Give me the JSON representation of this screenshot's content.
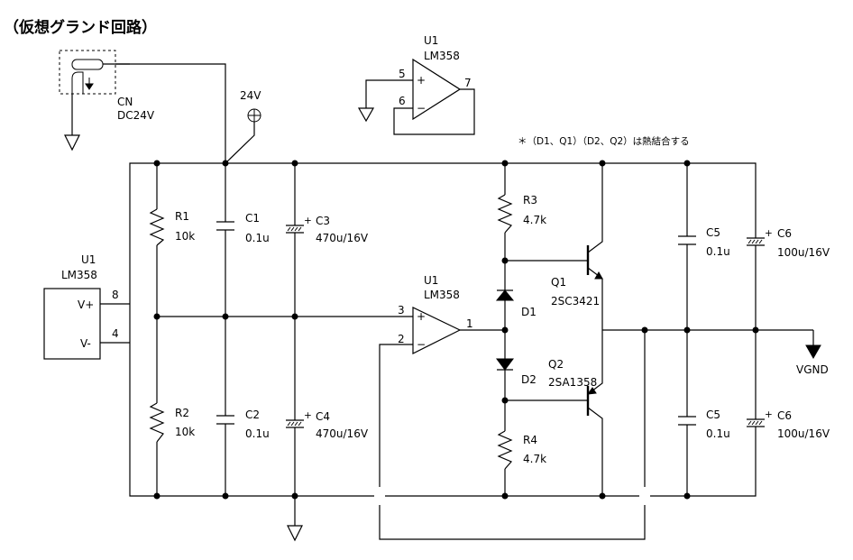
{
  "title": "（仮想グランド回路）",
  "note": "＊（D1、Q1）（D2、Q2）は熱結合する",
  "connector": {
    "ref": "CN",
    "value": "DC24V"
  },
  "supply": {
    "label": "24V"
  },
  "vgnd": {
    "label": "VGND"
  },
  "u1_power": {
    "ref": "U1",
    "part": "LM358",
    "vplus": "V+",
    "vminus": "V-",
    "pin_vplus": "8",
    "pin_vminus": "4"
  },
  "u1_unused": {
    "ref": "U1",
    "part": "LM358",
    "pin_plus": "5",
    "pin_minus": "6",
    "pin_out": "7"
  },
  "u1_main": {
    "ref": "U1",
    "part": "LM358",
    "pin_plus": "3",
    "pin_minus": "2",
    "pin_out": "1"
  },
  "opamp_signs": {
    "plus": "+",
    "minus": "−"
  },
  "cap_polarity": "+",
  "components": {
    "r1": {
      "ref": "R1",
      "value": "10k"
    },
    "r2": {
      "ref": "R2",
      "value": "10k"
    },
    "c1": {
      "ref": "C1",
      "value": "0.1u"
    },
    "c2": {
      "ref": "C2",
      "value": "0.1u"
    },
    "c3": {
      "ref": "C3",
      "value": "470u/16V"
    },
    "c4": {
      "ref": "C4",
      "value": "470u/16V"
    },
    "r3": {
      "ref": "R3",
      "value": "4.7k"
    },
    "r4": {
      "ref": "R4",
      "value": "4.7k"
    },
    "d1": {
      "ref": "D1"
    },
    "d2": {
      "ref": "D2"
    },
    "q1": {
      "ref": "Q1",
      "value": "2SC3421"
    },
    "q2": {
      "ref": "Q2",
      "value": "2SA1358"
    },
    "c5a": {
      "ref": "C5",
      "value": "0.1u"
    },
    "c5b": {
      "ref": "C5",
      "value": "0.1u"
    },
    "c6a": {
      "ref": "C6",
      "value": "100u/16V"
    },
    "c6b": {
      "ref": "C6",
      "value": "100u/16V"
    }
  }
}
